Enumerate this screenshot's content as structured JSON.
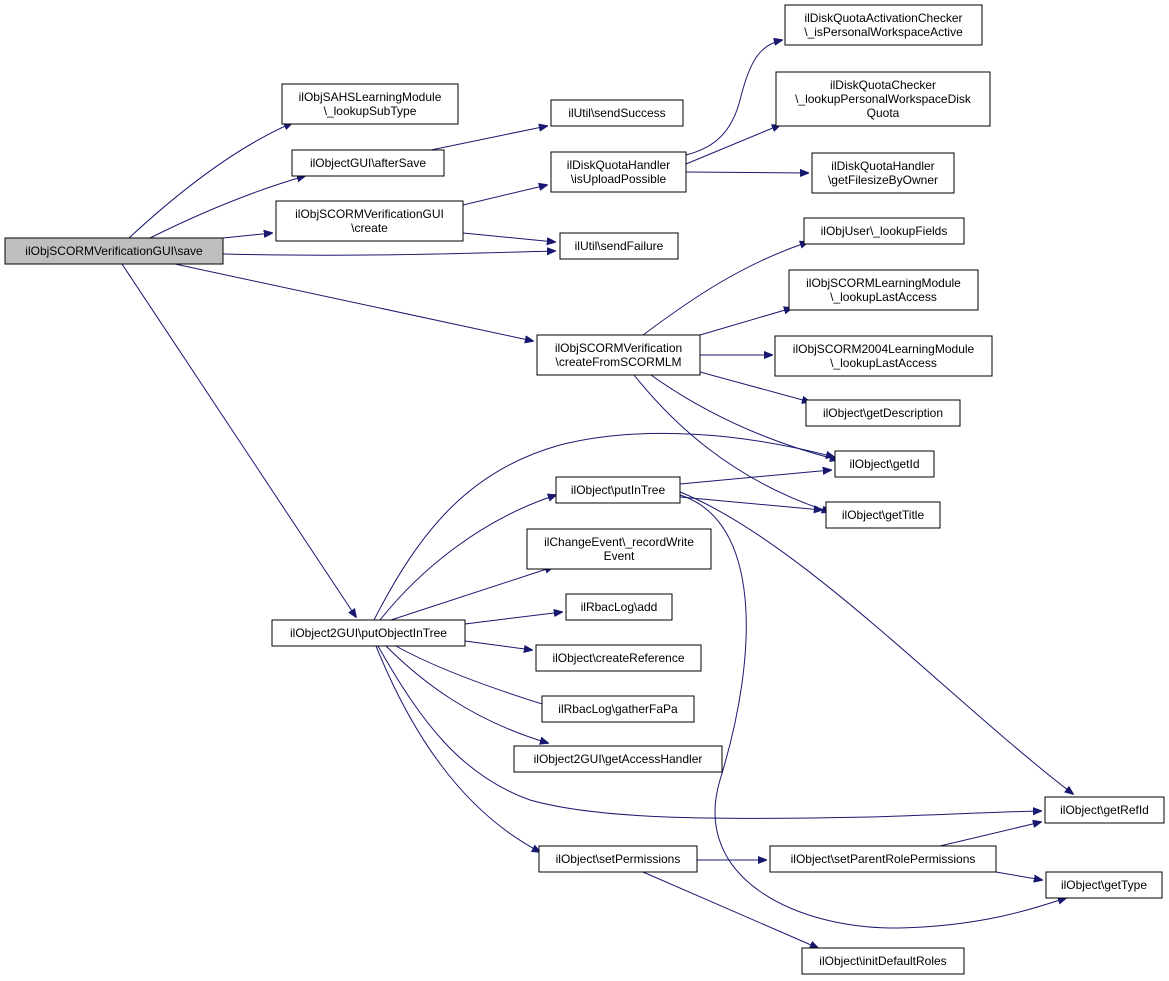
{
  "graph": {
    "edge_color": "#191970",
    "root_fill": "#bfbfbf",
    "nodes": [
      {
        "id": "save",
        "lines": [
          "ilObjSCORMVerificationGUI\\save"
        ],
        "root": true
      },
      {
        "id": "lookupSubType",
        "lines": [
          "ilObjSAHSLearningModule",
          "\\_lookupSubType"
        ]
      },
      {
        "id": "afterSave",
        "lines": [
          "ilObjectGUI\\afterSave"
        ]
      },
      {
        "id": "guiCreate",
        "lines": [
          "ilObjSCORMVerificationGUI",
          "\\create"
        ]
      },
      {
        "id": "sendSuccess",
        "lines": [
          "ilUtil\\sendSuccess"
        ]
      },
      {
        "id": "isUploadPossible",
        "lines": [
          "ilDiskQuotaHandler",
          "\\isUploadPossible"
        ]
      },
      {
        "id": "sendFailure",
        "lines": [
          "ilUtil\\sendFailure"
        ]
      },
      {
        "id": "isPersonalWorkspaceActive",
        "lines": [
          "ilDiskQuotaActivationChecker",
          "\\_isPersonalWorkspaceActive"
        ]
      },
      {
        "id": "lookupPersonalWorkspaceDiskQuota",
        "lines": [
          "ilDiskQuotaChecker",
          "\\_lookupPersonalWorkspaceDisk",
          "Quota"
        ]
      },
      {
        "id": "getFilesizeByOwner",
        "lines": [
          "ilDiskQuotaHandler",
          "\\getFilesizeByOwner"
        ]
      },
      {
        "id": "createFromSCORMLM",
        "lines": [
          "ilObjSCORMVerification",
          "\\createFromSCORMLM"
        ]
      },
      {
        "id": "lookupFields",
        "lines": [
          "ilObjUser\\_lookupFields"
        ]
      },
      {
        "id": "scormLastAccess",
        "lines": [
          "ilObjSCORMLearningModule",
          "\\_lookupLastAccess"
        ]
      },
      {
        "id": "scorm2004LastAccess",
        "lines": [
          "ilObjSCORM2004LearningModule",
          "\\_lookupLastAccess"
        ]
      },
      {
        "id": "getDescription",
        "lines": [
          "ilObject\\getDescription"
        ]
      },
      {
        "id": "getId",
        "lines": [
          "ilObject\\getId"
        ]
      },
      {
        "id": "getTitle",
        "lines": [
          "ilObject\\getTitle"
        ]
      },
      {
        "id": "putInTree",
        "lines": [
          "ilObject\\putInTree"
        ]
      },
      {
        "id": "recordWriteEvent",
        "lines": [
          "ilChangeEvent\\_recordWrite",
          "Event"
        ]
      },
      {
        "id": "putObjectInTree",
        "lines": [
          "ilObject2GUI\\putObjectInTree"
        ]
      },
      {
        "id": "rbacAdd",
        "lines": [
          "ilRbacLog\\add"
        ]
      },
      {
        "id": "createReference",
        "lines": [
          "ilObject\\createReference"
        ]
      },
      {
        "id": "gatherFaPa",
        "lines": [
          "ilRbacLog\\gatherFaPa"
        ]
      },
      {
        "id": "getAccessHandler",
        "lines": [
          "ilObject2GUI\\getAccessHandler"
        ]
      },
      {
        "id": "getRefId",
        "lines": [
          "ilObject\\getRefId"
        ]
      },
      {
        "id": "setPermissions",
        "lines": [
          "ilObject\\setPermissions"
        ]
      },
      {
        "id": "setParentRolePermissions",
        "lines": [
          "ilObject\\setParentRolePermissions"
        ]
      },
      {
        "id": "getType",
        "lines": [
          "ilObject\\getType"
        ]
      },
      {
        "id": "initDefaultRoles",
        "lines": [
          "ilObject\\initDefaultRoles"
        ]
      }
    ],
    "edges": [
      [
        "save",
        "lookupSubType"
      ],
      [
        "save",
        "afterSave"
      ],
      [
        "save",
        "guiCreate"
      ],
      [
        "save",
        "sendFailure"
      ],
      [
        "save",
        "createFromSCORMLM"
      ],
      [
        "save",
        "putObjectInTree"
      ],
      [
        "afterSave",
        "sendSuccess"
      ],
      [
        "guiCreate",
        "isUploadPossible"
      ],
      [
        "guiCreate",
        "sendFailure"
      ],
      [
        "isUploadPossible",
        "isPersonalWorkspaceActive"
      ],
      [
        "isUploadPossible",
        "lookupPersonalWorkspaceDiskQuota"
      ],
      [
        "isUploadPossible",
        "getFilesizeByOwner"
      ],
      [
        "createFromSCORMLM",
        "lookupFields"
      ],
      [
        "createFromSCORMLM",
        "scormLastAccess"
      ],
      [
        "createFromSCORMLM",
        "scorm2004LastAccess"
      ],
      [
        "createFromSCORMLM",
        "getDescription"
      ],
      [
        "createFromSCORMLM",
        "getId"
      ],
      [
        "createFromSCORMLM",
        "getTitle"
      ],
      [
        "putObjectInTree",
        "getId"
      ],
      [
        "putObjectInTree",
        "putInTree"
      ],
      [
        "putObjectInTree",
        "recordWriteEvent"
      ],
      [
        "putObjectInTree",
        "rbacAdd"
      ],
      [
        "putObjectInTree",
        "createReference"
      ],
      [
        "putObjectInTree",
        "gatherFaPa"
      ],
      [
        "putObjectInTree",
        "getAccessHandler"
      ],
      [
        "putObjectInTree",
        "getRefId"
      ],
      [
        "putObjectInTree",
        "setPermissions"
      ],
      [
        "putInTree",
        "getId"
      ],
      [
        "putInTree",
        "getTitle"
      ],
      [
        "putInTree",
        "getRefId"
      ],
      [
        "putInTree",
        "getType"
      ],
      [
        "setPermissions",
        "setParentRolePermissions"
      ],
      [
        "setPermissions",
        "initDefaultRoles"
      ],
      [
        "setParentRolePermissions",
        "getRefId"
      ],
      [
        "setParentRolePermissions",
        "getType"
      ]
    ]
  }
}
